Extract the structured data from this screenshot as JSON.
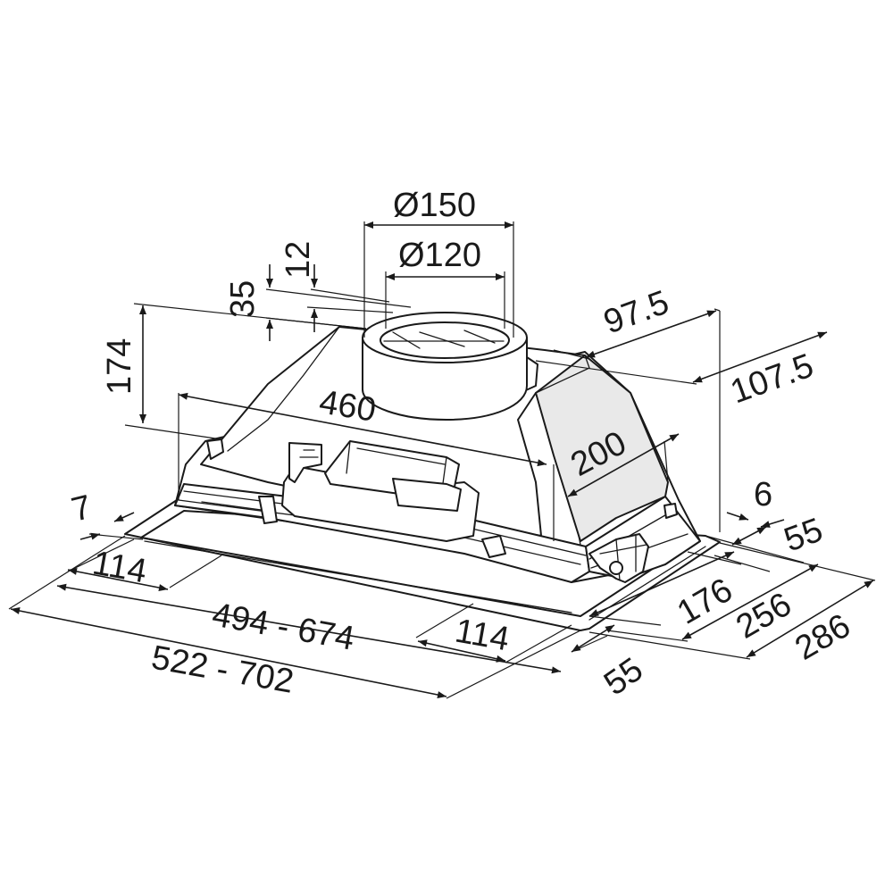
{
  "dimensions": {
    "duct_outer": "Ø150",
    "duct_inner": "Ø120",
    "collar_height": "12",
    "collar_offset": "35",
    "total_height": "174",
    "top_width": "460",
    "top_depth": "200",
    "duct_offset_side": "97.5",
    "duct_offset_rear": "107.5",
    "rim_left": "7",
    "rim_right": "6",
    "side_offset_front": "55",
    "side_offset_rear": "55",
    "mount_left": "114",
    "mount_right": "114",
    "width_inner": "494 - 674",
    "width_outer": "522 - 702",
    "depth_176": "176",
    "depth_256": "256",
    "depth_286": "286"
  }
}
